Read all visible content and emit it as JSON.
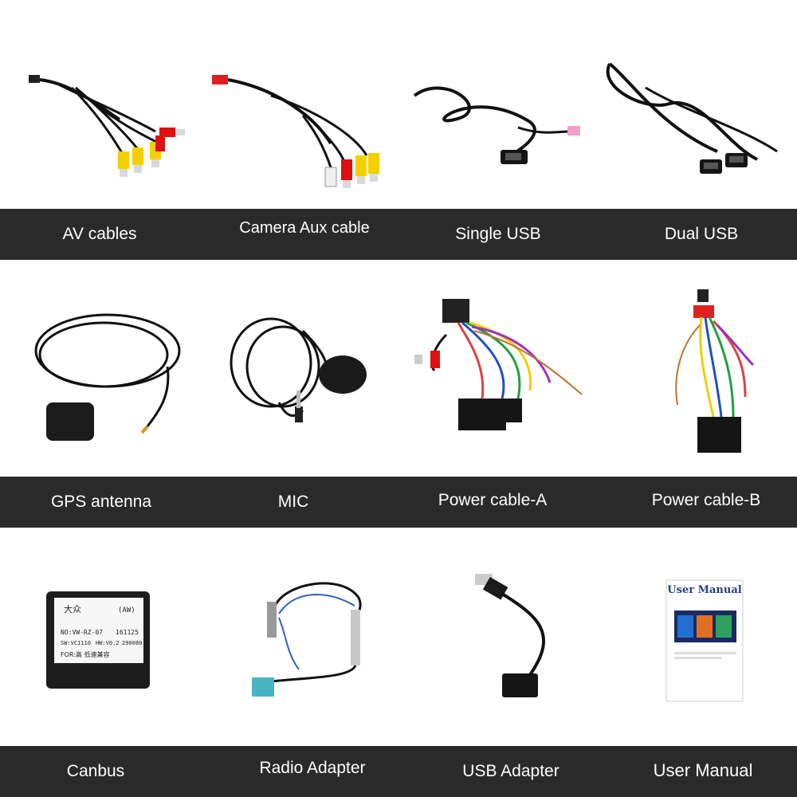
{
  "colors": {
    "band": "#2a2a2a",
    "label_text": "#ffffff",
    "background": "#ffffff"
  },
  "rows": [
    {
      "items": [
        {
          "label": "AV cables",
          "icon": "av-cables-image"
        },
        {
          "label": "Camera Aux cable",
          "icon": "camera-aux-cable-image"
        },
        {
          "label": "Single USB",
          "icon": "single-usb-image"
        },
        {
          "label": "Dual USB",
          "icon": "dual-usb-image"
        }
      ]
    },
    {
      "items": [
        {
          "label": "GPS antenna",
          "icon": "gps-antenna-image"
        },
        {
          "label": "MIC",
          "icon": "mic-image"
        },
        {
          "label": "Power cable-A",
          "icon": "power-cable-a-image"
        },
        {
          "label": "Power cable-B",
          "icon": "power-cable-b-image"
        }
      ]
    },
    {
      "items": [
        {
          "label": "Canbus",
          "icon": "canbus-box-image"
        },
        {
          "label": "Radio Adapter",
          "icon": "radio-adapter-image"
        },
        {
          "label": "USB Adapter",
          "icon": "usb-adapter-image"
        },
        {
          "label": "User Manual",
          "icon": "user-manual-image"
        }
      ]
    }
  ],
  "canbus": {
    "brand": "大众",
    "tag": "(AW)",
    "no": "NO:VW-RZ-07",
    "date": "161125",
    "sw": "SW:VC1110",
    "hw": "HW:V0.2",
    "code": "290080",
    "for": "FOR:高 低速兼容"
  },
  "manual": {
    "title": "User Manual"
  }
}
